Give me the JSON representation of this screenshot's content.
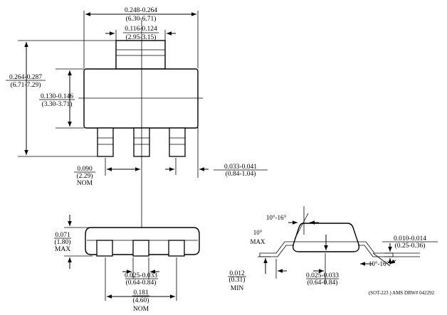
{
  "top_view": {
    "overall_width": {
      "inch": "0.248-0.264",
      "mm": "(6.30-6.71)"
    },
    "tab_width": {
      "inch": "0.116-0.124",
      "mm": "(2.95-3.15)"
    },
    "overall_length": {
      "inch": "0.264-0.287",
      "mm": "(6.71-7.29)"
    },
    "body_length": {
      "inch": "0.130-0.146",
      "mm": "(3.30-3.71)"
    },
    "lead_pitch": {
      "inch": "0.090",
      "mm": "(2.29)",
      "note": "NOM"
    },
    "lead_width": {
      "inch": "0.033-0.041",
      "mm": "(0.84-1.04)"
    }
  },
  "front_view": {
    "height": {
      "inch": "0.071",
      "mm": "(1.80)",
      "note": "MAX"
    },
    "lead_width": {
      "inch": "0.025-0.033",
      "mm": "(0.64-0.84)"
    },
    "pitch": {
      "inch": "0.181",
      "mm": "(4.60)",
      "note": "NOM"
    }
  },
  "side_view": {
    "angle_top": "10°-16°",
    "angle_left": {
      "value": "10°",
      "note": "MAX"
    },
    "lead_thickness": {
      "inch": "0.010-0.014",
      "mm": "(0.25-0.36)"
    },
    "angle_right": "10°-16°",
    "standoff": {
      "inch": "0.012",
      "mm": "(0.31)",
      "note": "MIN"
    },
    "foot_length": {
      "inch": "0.025-0.033",
      "mm": "(0.64-0.84)"
    }
  },
  "footer": "(SOT-223 ) AMS DRW# 042292"
}
